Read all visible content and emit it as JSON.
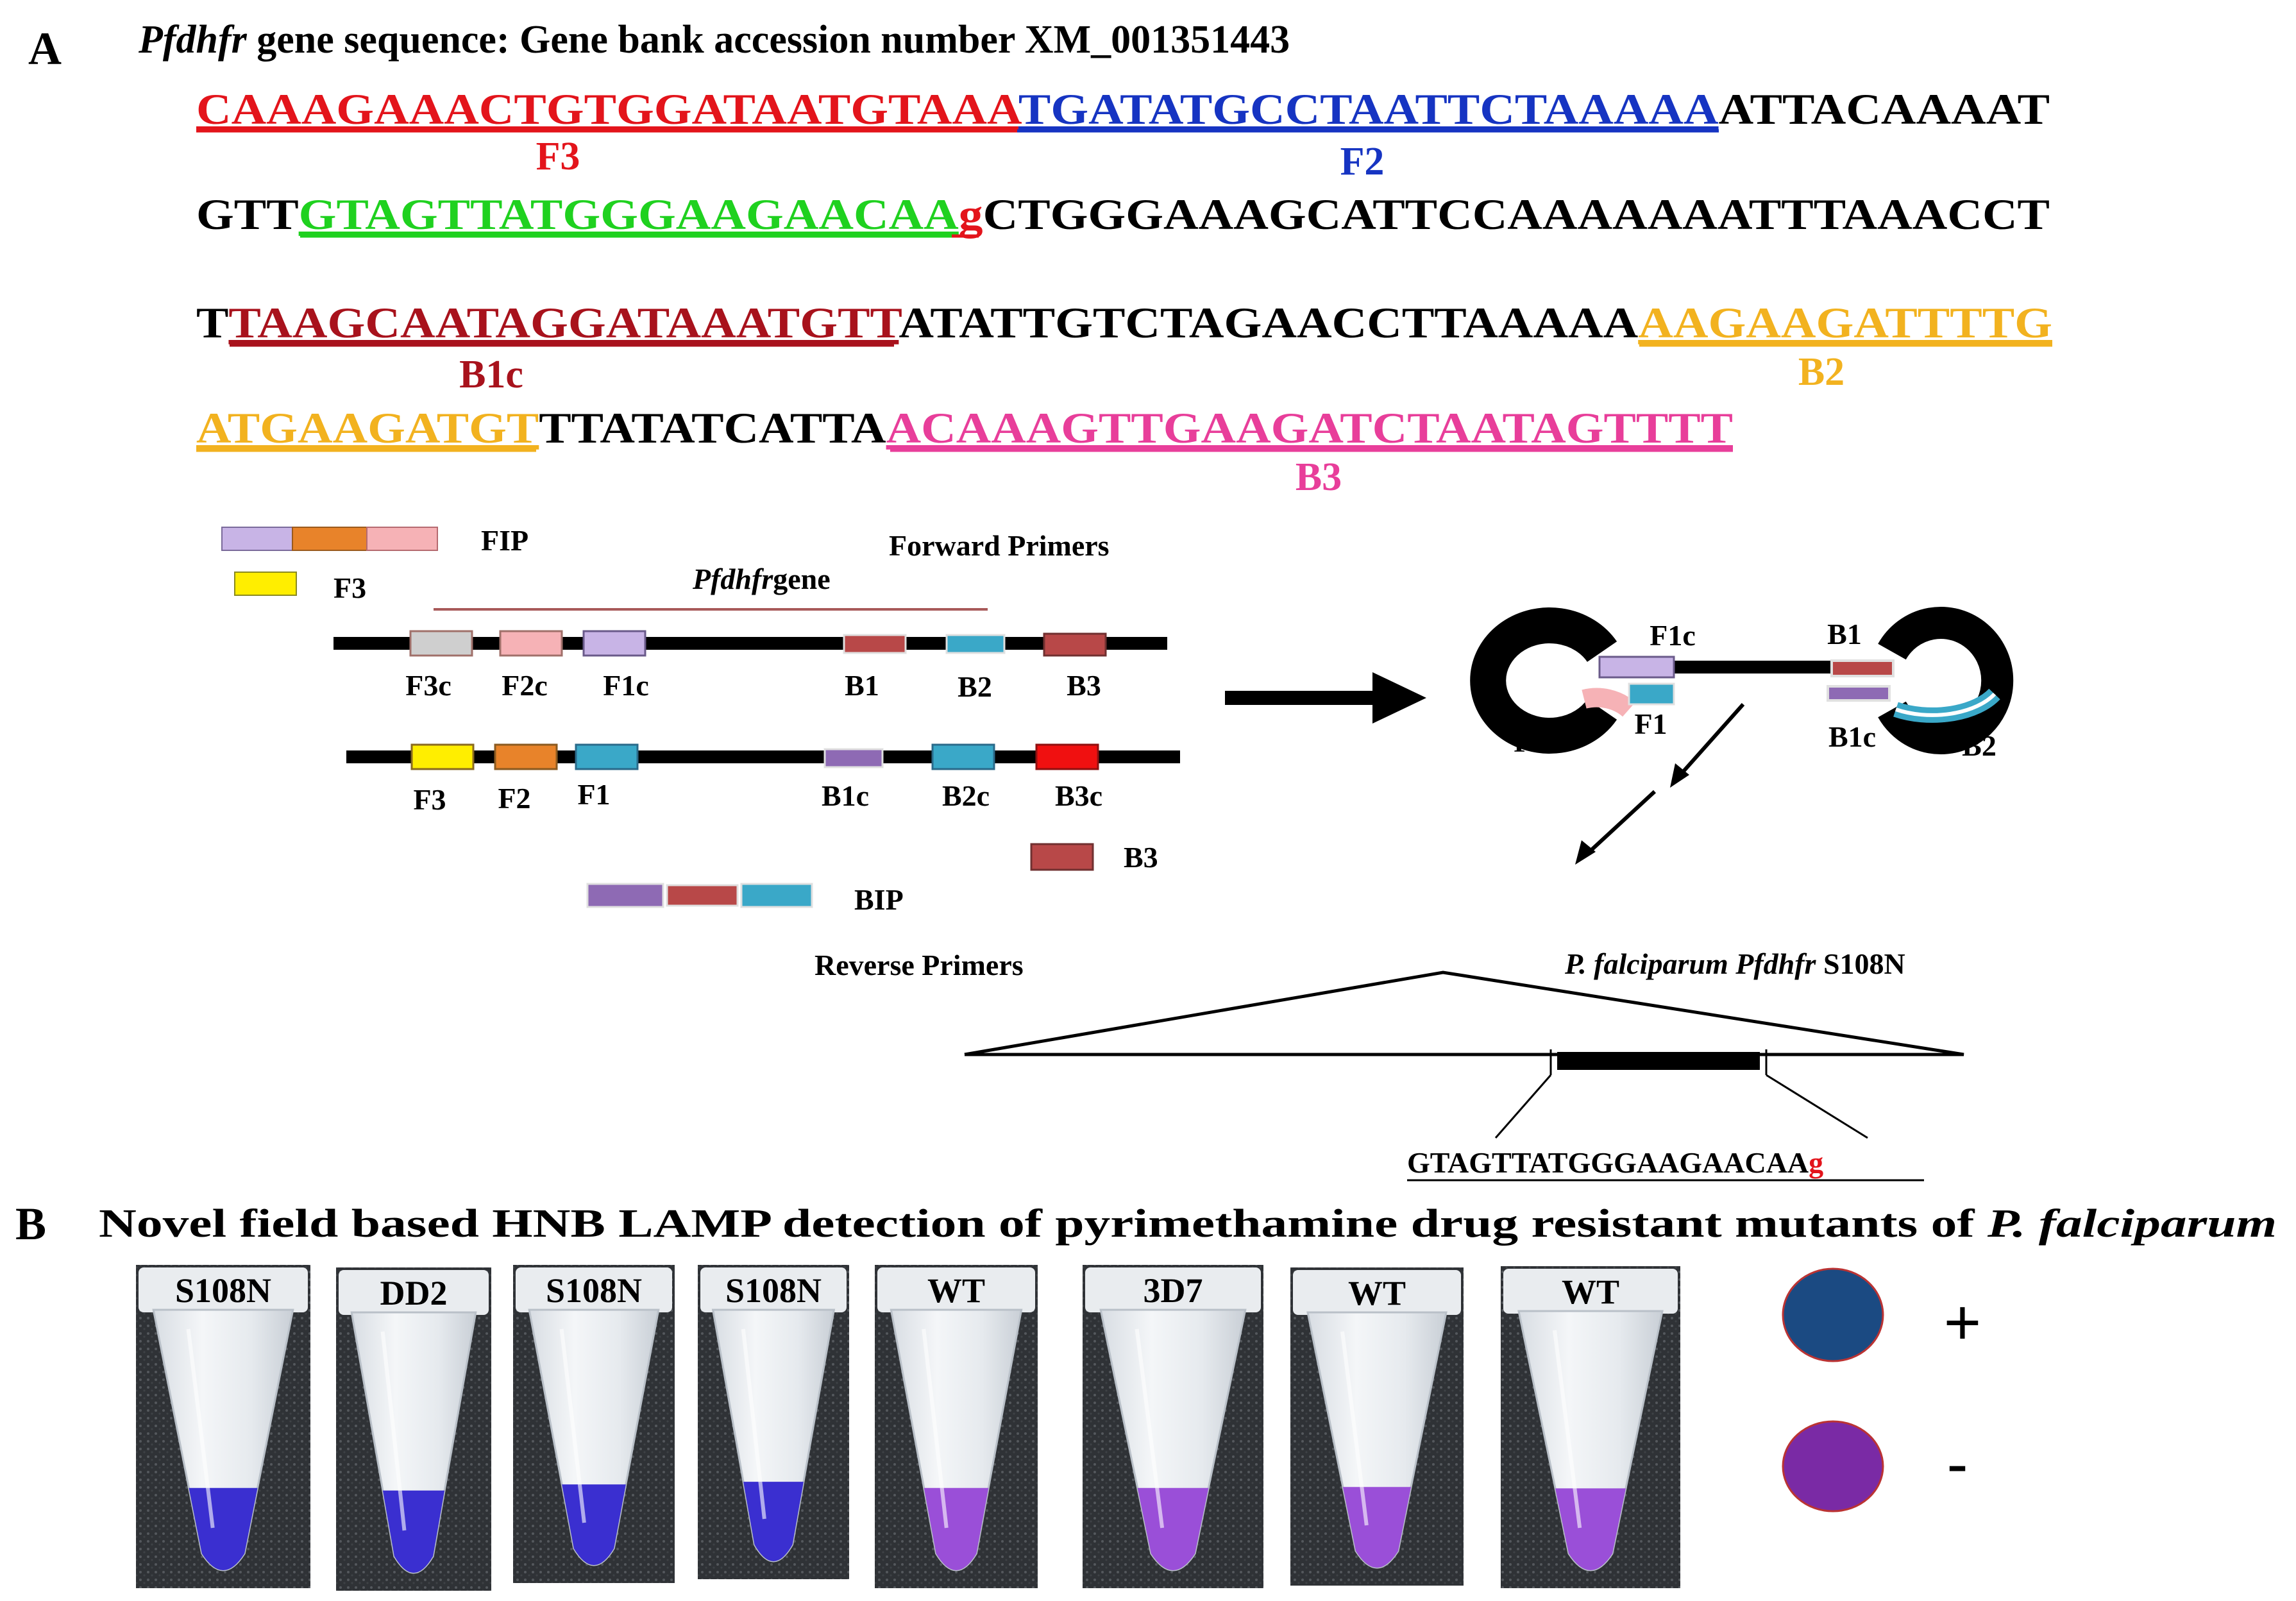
{
  "panel_a": {
    "letter": "A",
    "title_gene": "Pfdhfr",
    "title_rest": " gene sequence: Gene bank accession number  XM_001351443",
    "seq": {
      "line1": {
        "f3": "CAAAGAAACTGTGGATAATGTAAA",
        "f2": "TGATATGCCTAATTCTAAAAA",
        "tail": "ATTACAAAAT"
      },
      "line2": {
        "head": "GTT",
        "mut": "GTAGTTATGGGAAGAACAA",
        "snp": "g",
        "tail": "CTGGGAAAGCATTCCAAAAAAATTTAAACCT"
      },
      "line3": {
        "head": "T",
        "b1c": "TAAGCAATAGGATAAATGTT",
        "mid": "ATATTGTCTAGAACCTTAAAAA",
        "b2": "AAGAAGATTTTG"
      },
      "line4": {
        "b2": "ATGAAGATGT",
        "mid": "TTATATCATTA",
        "b3": "ACAAAGTTGAAGATCTAATAGTTTT"
      }
    },
    "seq_labels": {
      "f3": "F3",
      "f2": "F2",
      "b1c": "B1c",
      "b2": "B2",
      "b3": "B3"
    },
    "diagram": {
      "fip": "FIP",
      "f3": "F3",
      "forward_primers": "Forward Primers",
      "gene_italic": "Pfdhfr",
      "gene_rest": "gene",
      "top_strand": [
        "F3c",
        "F2c",
        "F1c",
        "B1",
        "B2",
        "B3"
      ],
      "bottom_strand": [
        "F3",
        "F2",
        "F1",
        "B1c",
        "B2c",
        "B3c"
      ],
      "b3": "B3",
      "bip": "BIP",
      "reverse_primers": "Reverse Primers",
      "dumbbell": {
        "f1c": "F1c",
        "f1": "F1",
        "f2c": "F2c",
        "b1": "B1",
        "b1c": "B1c",
        "b2": "B2"
      },
      "species_italic": "P. falciparum Pfdhfr",
      "species_rest": " S108N",
      "zoom_seq": "GTAGTTATGGGAAGAACAA",
      "zoom_snp": "g"
    },
    "colors": {
      "f3": "#e3141b",
      "f2": "#1634c2",
      "green": "#1fd11f",
      "b1c": "#a8121c",
      "b2": "#f2b21f",
      "b3": "#e83e9a",
      "black": "#000000"
    }
  },
  "panel_b": {
    "letter": "B",
    "title_main": "Novel field based HNB LAMP detection of pyrimethamine  drug resistant mutants of ",
    "title_italic": "P. falciparum",
    "tubes": [
      {
        "label": "S108N",
        "color": "#3a2fd0"
      },
      {
        "label": "DD2",
        "color": "#3a2fd0"
      },
      {
        "label": "S108N",
        "color": "#3a2fd0"
      },
      {
        "label": "S108N",
        "color": "#3a2fd0"
      },
      {
        "label": "WT",
        "color": "#9a4fd8"
      },
      {
        "label": "3D7",
        "color": "#9a4fd8"
      },
      {
        "label": "WT",
        "color": "#9a4fd8"
      },
      {
        "label": "WT",
        "color": "#9a4fd8"
      }
    ],
    "legend": [
      {
        "symbol": "+",
        "color": "#1b4a82"
      },
      {
        "symbol": "-",
        "color": "#7a2aa5"
      }
    ]
  }
}
